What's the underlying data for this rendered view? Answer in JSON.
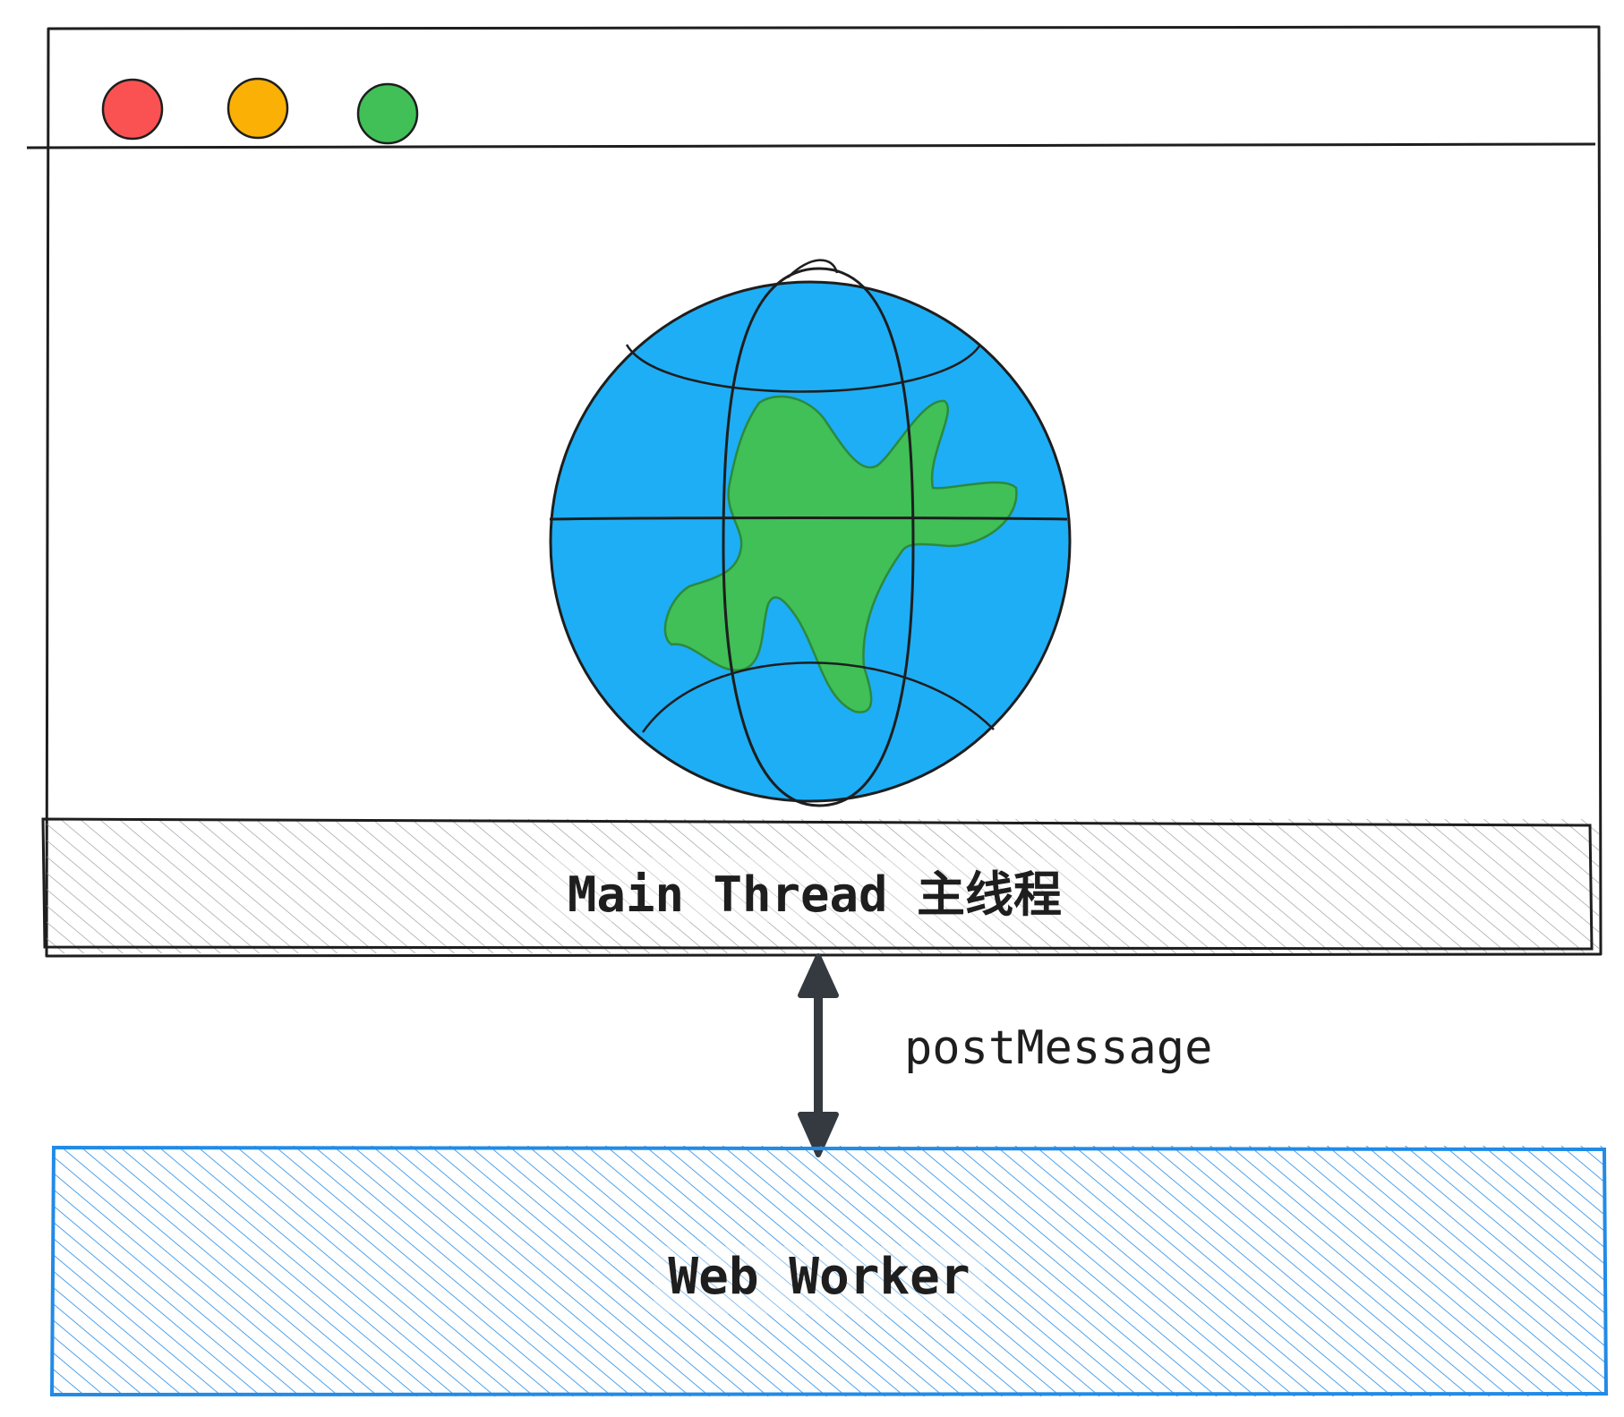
{
  "window": {
    "buttons": [
      {
        "name": "close",
        "color": "#fa5252"
      },
      {
        "name": "minimize",
        "color": "#fab005"
      },
      {
        "name": "maximize",
        "color": "#40c057"
      }
    ]
  },
  "globe": {
    "ocean_color": "#1eaef5",
    "land_color": "#40c057",
    "stroke_color": "#1e1e1e"
  },
  "main_thread": {
    "label": "Main Thread 主线程",
    "hatch_color": "#868e96"
  },
  "arrow": {
    "label": "postMessage",
    "direction": "bidirectional",
    "color": "#343a40"
  },
  "web_worker": {
    "label": "Web Worker",
    "hatch_color": "#228be6"
  }
}
